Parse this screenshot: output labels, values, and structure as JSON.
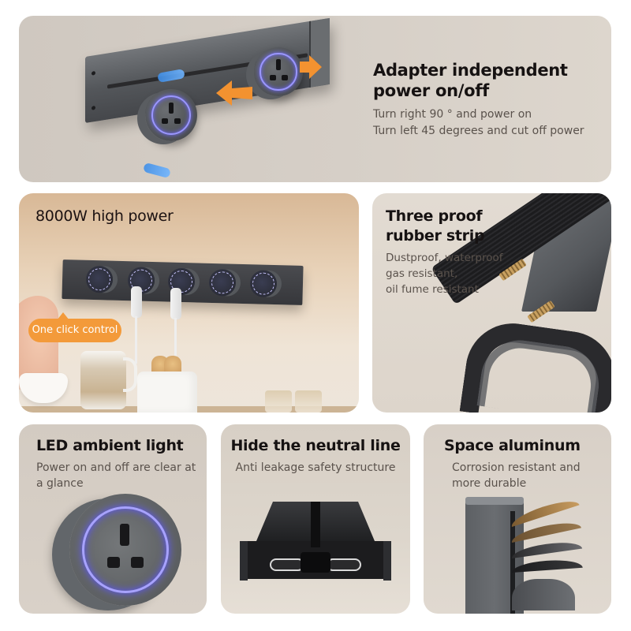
{
  "colors": {
    "page_background": "#ffffff",
    "panel_background": "#d6cfc7",
    "title_text": "#161212",
    "description_text": "#5a524c",
    "accent_orange": "#f39a3a",
    "led_ring_blue": "#6d67ff",
    "rotate_arrow_blue": "#3e8ee8"
  },
  "panels": {
    "adapter": {
      "title": "Adapter independent power on/off",
      "lines": [
        "Turn right 90 ° and power on",
        "Turn left 45 degrees and cut off power"
      ],
      "image": "track-rail-with-two-rotating-adapters",
      "icons": [
        "rotate-arrow-icon",
        "slide-left-arrow-icon",
        "slide-right-arrow-icon"
      ]
    },
    "power": {
      "title": "8000W high power",
      "badge": "One click control",
      "image": "kitchen-wall-track-with-five-sockets",
      "socket_count": 5
    },
    "rubber_strip": {
      "title": "Three proof rubber strip",
      "lines": [
        "Dustproof, waterproof",
        "gas resistant,",
        "oil fume resistant"
      ],
      "image": "rubber-sealing-strip-cutaway"
    },
    "led": {
      "title": "LED ambient light",
      "description": "Power on and off are clear at a glance",
      "image": "socket-with-blue-led-ring"
    },
    "neutral": {
      "title": "Hide the neutral line",
      "description": "Anti leakage safety structure",
      "image": "rail-cross-section-profile"
    },
    "aluminum": {
      "title": "Space aluminum",
      "description": "Corrosion resistant and more durable",
      "image": "aluminum-profile-with-layers"
    }
  }
}
